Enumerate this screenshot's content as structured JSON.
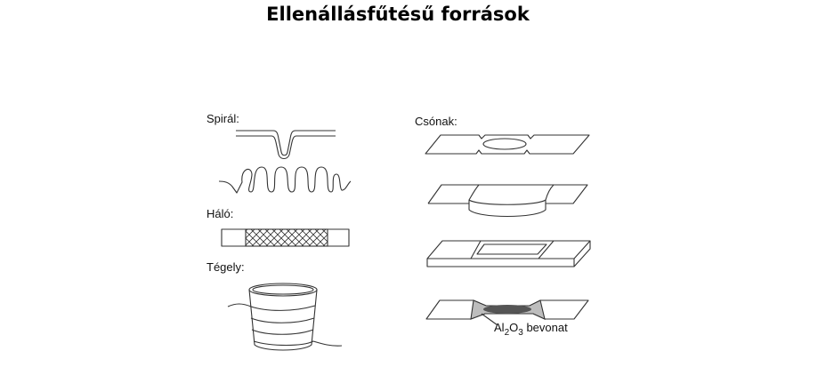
{
  "title": "Ellenállásfűtésű források",
  "labels": {
    "spiral": "Spirál:",
    "halo": "Háló:",
    "tegely": "Tégely:",
    "csonak": "Csónak:"
  },
  "coating": {
    "al": "Al",
    "sub1": "2",
    "o": "O",
    "sub2": "3",
    "text": "bevonat"
  }
}
